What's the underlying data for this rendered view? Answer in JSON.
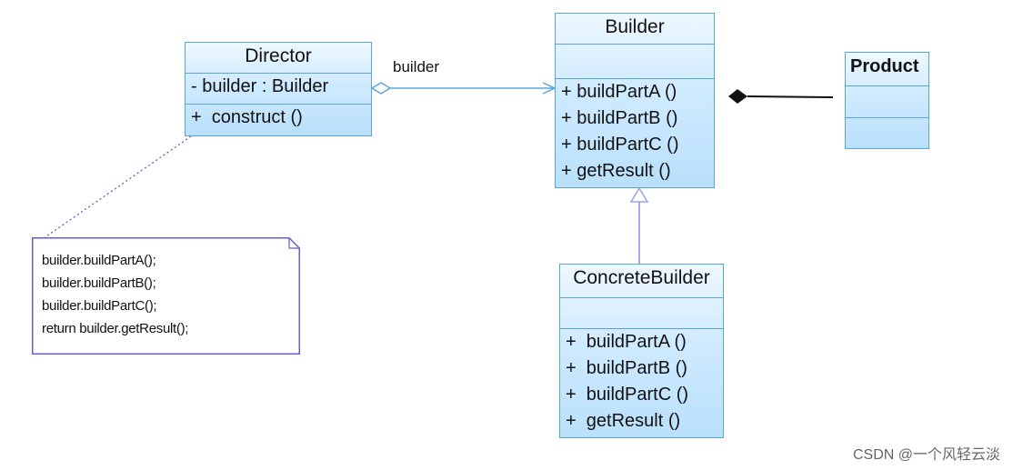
{
  "classes": {
    "director": {
      "name": "Director",
      "attributes": [
        "- builder : Builder"
      ],
      "methods": [
        "+  construct ()"
      ]
    },
    "builder": {
      "name": "Builder",
      "methods": [
        "+ buildPartA ()",
        "+ buildPartB ()",
        "+ buildPartC ()",
        "+ getResult ()"
      ]
    },
    "product": {
      "name": "Product"
    },
    "concrete_builder": {
      "name": "ConcreteBuilder",
      "methods": [
        "+  buildPartA ()",
        "+  buildPartB ()",
        "+  buildPartC ()",
        "+  getResult ()"
      ]
    }
  },
  "association_label": "builder",
  "note_lines": [
    "builder.buildPartA();",
    "builder.buildPartB();",
    "builder.buildPartC();",
    "return builder.getResult();"
  ],
  "watermark": "CSDN @一个风轻云淡",
  "colors": {
    "class_border": "#5aa6d8",
    "class_fill": "#cfeaff",
    "association_line": "#5aa6d8",
    "note_border": "#6b5cc8",
    "composition_line": "#111111"
  }
}
